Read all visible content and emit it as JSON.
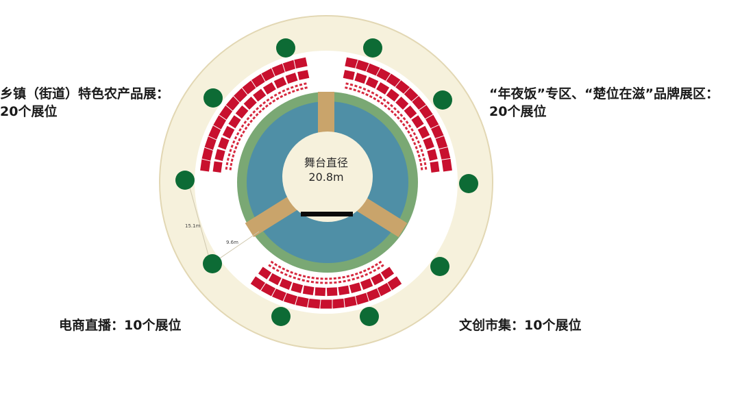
{
  "stage": {
    "title": "舞台直径",
    "diameter": "20.8m"
  },
  "dimensions": {
    "outer": "15.1m",
    "inner": "9.6m"
  },
  "zones": {
    "top_left": {
      "line1": "乡镇（街道）特色农产品展：",
      "line2": "20个展位"
    },
    "top_right": {
      "line1": "“年夜饭”专区、“楚位在滋”品牌展区：",
      "line2": "20个展位"
    },
    "bottom_left": {
      "line1": "电商直播：10个展位"
    },
    "bottom_right": {
      "line1": "文创市集：10个展位"
    }
  },
  "colors": {
    "ring_bg": "#f6f1dc",
    "ring_border": "#e2d7b3",
    "green_ring": "#7aa874",
    "stage_blue": "#4f8fa6",
    "walkway_tan": "#c9a46b",
    "center_circle": "#f6f1dc",
    "booth_red": "#c8102e",
    "seat_red": "#d6283e",
    "tree_green": "#0d6b35"
  }
}
